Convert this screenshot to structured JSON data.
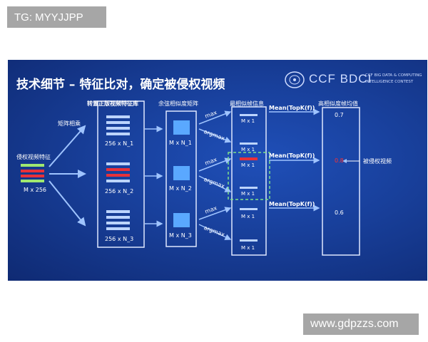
{
  "watermark_top": "TG: MYYJJPP",
  "watermark_bottom": "www.gdpzzs.com",
  "slide": {
    "title": "技术细节 – 特征比对，确定被侵权视频",
    "logo_text": "CCF BDCI",
    "logo_subtitle_1": "CCF BIG DATA & COMPUTING",
    "logo_subtitle_2": "INTELLIGENCE CONTEST",
    "query_feature_label": "侵权视频特征",
    "query_dim": "M x 256",
    "matmul_label": "矩阵相乘",
    "library_label": "转置正版视频特征库",
    "library_dims": [
      "256 x N_1",
      "256 x N_2",
      "256 x N_3"
    ],
    "cosine_label": "余弦相似度矩阵",
    "cosine_dims": [
      "M x N_1",
      "M x N_2",
      "M x N_3"
    ],
    "max_label": "max",
    "argmax_label": "argmax",
    "frame_info_label": "最相似帧信息",
    "frame_dims": [
      "M x 1",
      "M x 1",
      "M x 1",
      "M x 1",
      "M x 1",
      "M x 1"
    ],
    "mean_label": "Mean(TopK(f))",
    "score_label": "高相似度帧均值",
    "scores": [
      "0.7",
      "0.8",
      "0.6"
    ],
    "result_label": "被侵权视频",
    "colors": {
      "highlight": "#ff3030",
      "box_border": "#dfe8ff",
      "dashed": "#7ee08a",
      "arrow": "#9fc4ff"
    }
  }
}
